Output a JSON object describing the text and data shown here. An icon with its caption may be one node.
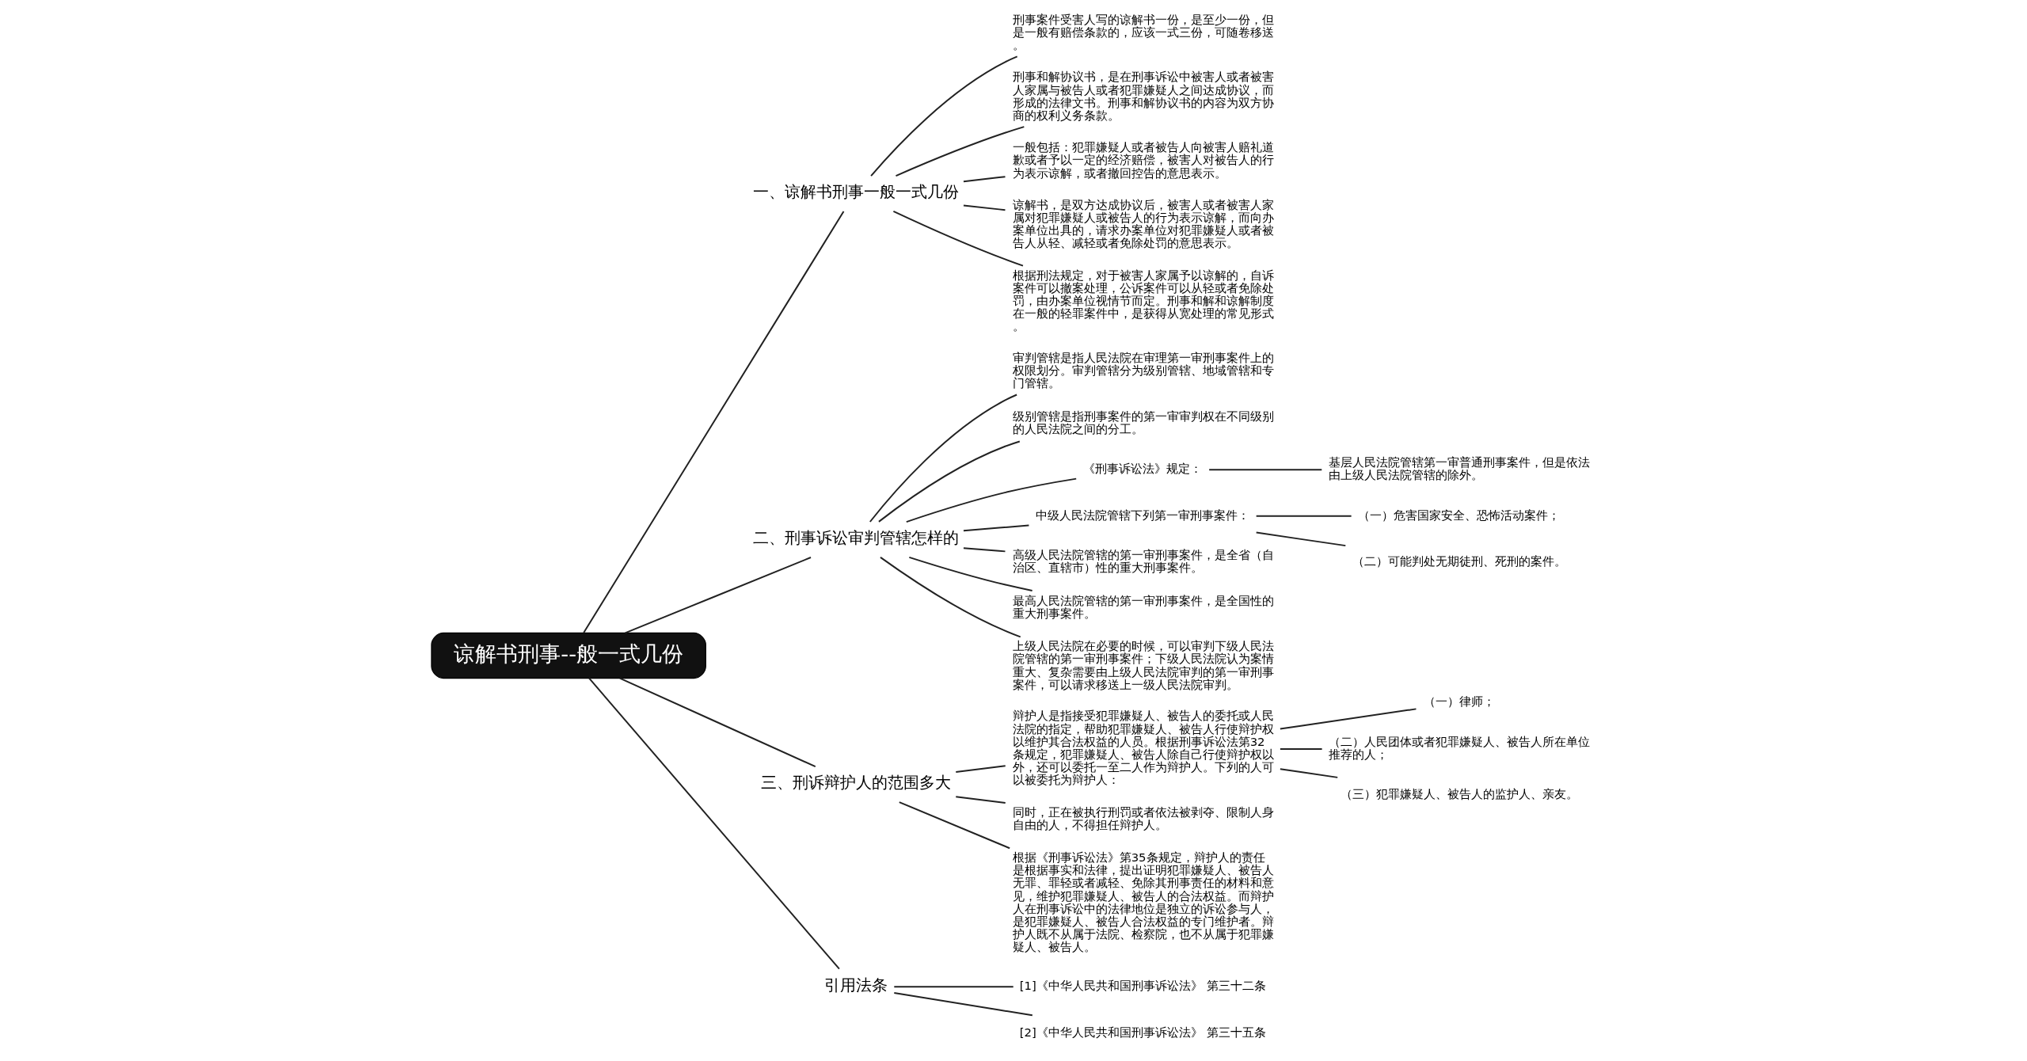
{
  "diagram": {
    "nodes": [
      {
        "text": [
          "谅解书刑事--般一式几份"
        ]
      },
      {
        "text": [
          "一、谅解书刑事一般一式几份"
        ]
      },
      {
        "text": [
          "刑事案件受害人写的谅解书一份，是至少一份，但是一般有赔偿条款的，应该一式三份，可随卷移送。"
        ]
      },
      {
        "text": [
          "刑事和解协议书，是在刑事诉讼中被害人或者被害人家属与被告人或者犯罪嫌疑人之间达成协议，而形成的法律文书。刑事和解协议书的内容为双方协商的权利义务条款。"
        ]
      },
      {
        "text": [
          "一般包括：犯罪嫌疑人或者被告人向被害人赔礼道歉或者予以一定的经济赔偿，被害人对被告人的行为表示谅解，或者撤回控告的意思表示。"
        ]
      },
      {
        "text": [
          "谅解书，是双方达成协议后，被害人或者被害人家属对犯罪嫌疑人或被告人的行为表示谅解，而向办案单位出具的，请求办案单位对犯罪嫌疑人或者被告人从轻、减轻或者免除处罚的意思表示。"
        ]
      },
      {
        "text": [
          "根据刑法规定，对于被害人家属予以谅解的，自诉案件可以撤案处理，公诉案件可以从轻或者免除处罚，由办案单位视情节而定。刑事和解和谅解制度在一般的轻罪案件中，是获得从宽处理的常见形式。"
        ]
      },
      {
        "text": [
          "二、刑事诉讼审判管辖怎样的"
        ]
      },
      {
        "text": [
          "审判管辖是指人民法院在审理第一审刑事案件上的权限划分。审判管辖分为级别管辖、地域管辖和专门管辖。"
        ]
      },
      {
        "text": [
          "级别管辖是指刑事案件的第一审审判权在不同级别的人民法院之间的分工。"
        ]
      },
      {
        "text": [
          "《刑事诉讼法》规定："
        ]
      },
      {
        "text": [
          "基层人民法院管辖第一审普通刑事案件，但是依法由上级人民法院管辖的除外。"
        ]
      },
      {
        "text": [
          "中级人民法院管辖下列第一审刑事案件："
        ]
      },
      {
        "text": [
          "（一）危害国家安全、恐怖活动案件；"
        ]
      },
      {
        "text": [
          "（二）可能判处无期徒刑、死刑的案件。"
        ]
      },
      {
        "text": [
          "高级人民法院管辖的第一审刑事案件，是全省（自治区、直辖市）性的重大刑事案件。"
        ]
      },
      {
        "text": [
          "最高人民法院管辖的第一审刑事案件，是全国性的重大刑事案件。"
        ]
      },
      {
        "text": [
          "上级人民法院在必要的时候，可以审判下级人民法院管辖的第一审刑事案件；下级人民法院认为案情重大、复杂需要由上级人民法院审判的第一审刑事案件，可以请求移送上一级人民法院审判。"
        ]
      },
      {
        "text": [
          "三、刑诉辩护人的范围多大"
        ]
      },
      {
        "text": [
          "辩护人是指接受犯罪嫌疑人、被告人的委托或人民法院的指定，帮助犯罪嫌疑人、被告人行使辩护权以维护其合法权益的人员。根据刑事诉讼法第32条规定，犯罪嫌疑人、被告人除自己行使辩护权以外，还可以委托一至二人作为辩护人。下列的人可以被委托为辩护人："
        ]
      },
      {
        "text": [
          "（一）律师；"
        ]
      },
      {
        "text": [
          "（二）人民团体或者犯罪嫌疑人、被告人所在单位推荐的人；"
        ]
      },
      {
        "text": [
          "（三）犯罪嫌疑人、被告人的监护人、亲友。"
        ]
      },
      {
        "text": [
          "同时，正在被执行刑罚或者依法被剥夺、限制人身自由的人，不得担任辩护人。"
        ]
      },
      {
        "text": [
          "根据《刑事诉讼法》第35条规定，辩护人的责任是根据事实和法律，提出证明犯罪嫌疑人、被告人无罪、罪轻或者减轻、免除其刑事责任的材料和意见，维护犯罪嫌疑人、被告人的合法权益。而辩护人在刑事诉讼中的法律地位是独立的诉讼参与人，是犯罪嫌疑人、被告人合法权益的专门维护者。辩护人既不从属于法院、检察院，也不从属于犯罪嫌疑人、被告人。"
        ]
      },
      {
        "text": [
          "引用法条"
        ]
      },
      {
        "text": [
          "[1]《中华人民共和国刑事诉讼法》 第三十二条"
        ]
      },
      {
        "text": [
          "[2]《中华人民共和国刑事诉讼法》 第三十五条"
        ]
      }
    ],
    "edges": [
      {
        "from": 0,
        "to": 1,
        "arrow": "none"
      },
      {
        "from": 1,
        "to": 2,
        "arrow": "none"
      },
      {
        "from": 1,
        "to": 3,
        "arrow": "none"
      },
      {
        "from": 1,
        "to": 4,
        "arrow": "none"
      },
      {
        "from": 1,
        "to": 5,
        "arrow": "none"
      },
      {
        "from": 1,
        "to": 6,
        "arrow": "none"
      },
      {
        "from": 0,
        "to": 7,
        "arrow": "none"
      },
      {
        "from": 7,
        "to": 8,
        "arrow": "none"
      },
      {
        "from": 7,
        "to": 9,
        "arrow": "none"
      },
      {
        "from": 7,
        "to": 10,
        "arrow": "none"
      },
      {
        "from": 10,
        "to": 11,
        "arrow": "none"
      },
      {
        "from": 7,
        "to": 12,
        "arrow": "none"
      },
      {
        "from": 12,
        "to": 13,
        "arrow": "none"
      },
      {
        "from": 12,
        "to": 14,
        "arrow": "none"
      },
      {
        "from": 7,
        "to": 15,
        "arrow": "none"
      },
      {
        "from": 7,
        "to": 16,
        "arrow": "none"
      },
      {
        "from": 7,
        "to": 17,
        "arrow": "none"
      },
      {
        "from": 0,
        "to": 18,
        "arrow": "none"
      },
      {
        "from": 18,
        "to": 19,
        "arrow": "none"
      },
      {
        "from": 19,
        "to": 20,
        "arrow": "none"
      },
      {
        "from": 19,
        "to": 21,
        "arrow": "none"
      },
      {
        "from": 19,
        "to": 22,
        "arrow": "none"
      },
      {
        "from": 18,
        "to": 23,
        "arrow": "none"
      },
      {
        "from": 18,
        "to": 24,
        "arrow": "none"
      },
      {
        "from": 0,
        "to": 25,
        "arrow": "none"
      },
      {
        "from": 25,
        "to": 26,
        "arrow": "none"
      },
      {
        "from": 25,
        "to": 27,
        "arrow": "none"
      }
    ]
  }
}
